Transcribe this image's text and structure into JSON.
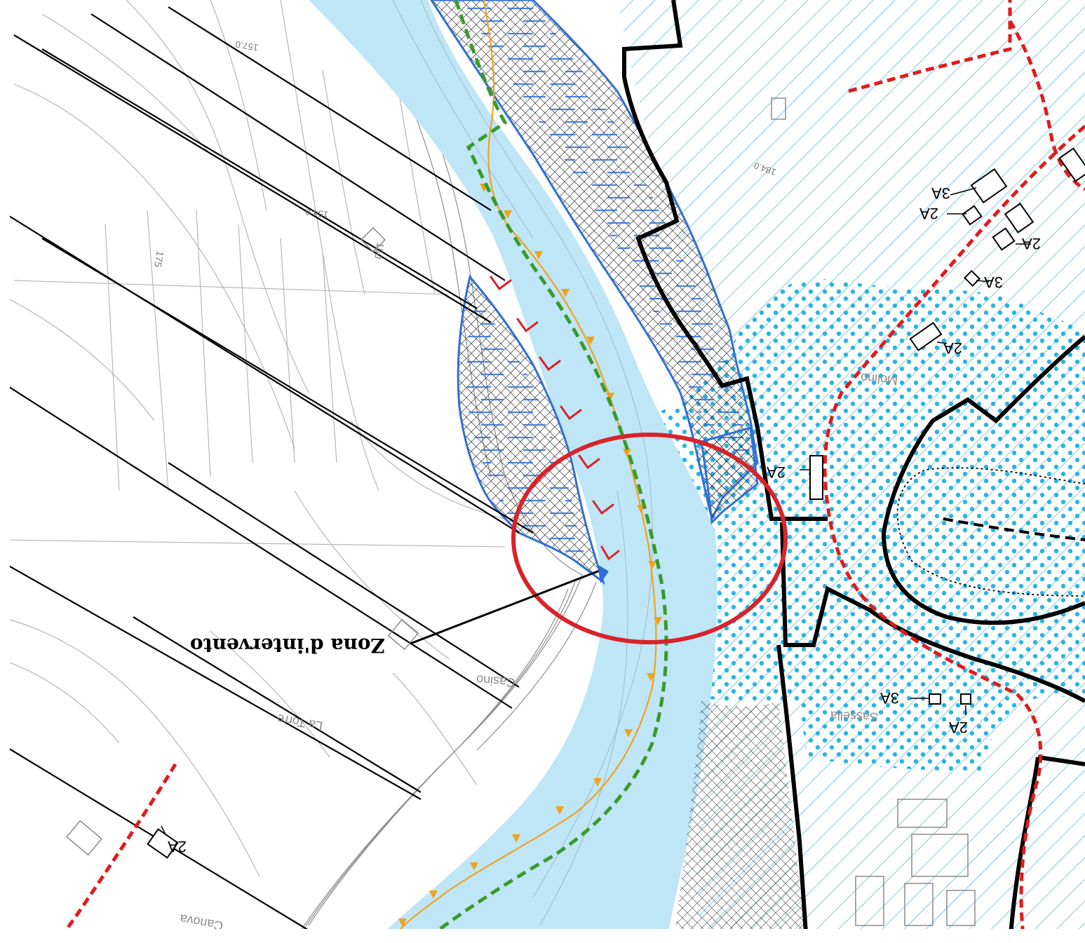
{
  "map": {
    "annotation_label": "Zona d'intervento",
    "place_names": [
      "Molino",
      "Sassella",
      "La Torre",
      "Casino",
      "Canova"
    ],
    "elevation_labels": [
      "157.0",
      "154.0",
      "175",
      "150",
      "184.0"
    ],
    "building_codes": [
      "3A",
      "2A",
      "2A",
      "3A",
      "2A",
      "2A",
      "3A",
      "2A",
      "2A"
    ],
    "colors": {
      "river": "#bfe6f7",
      "hatch_cyan": "#7fc8e0",
      "dot_cyan": "#27b5e4",
      "blue_outline": "#2f6fd6",
      "red_circle": "#d8232a",
      "red_boundary": "#e11b1b",
      "green_dash": "#3a9a2a",
      "orange_line": "#f0a21e",
      "black_line": "#000000",
      "contour_gray": "#a8a8a8"
    }
  }
}
